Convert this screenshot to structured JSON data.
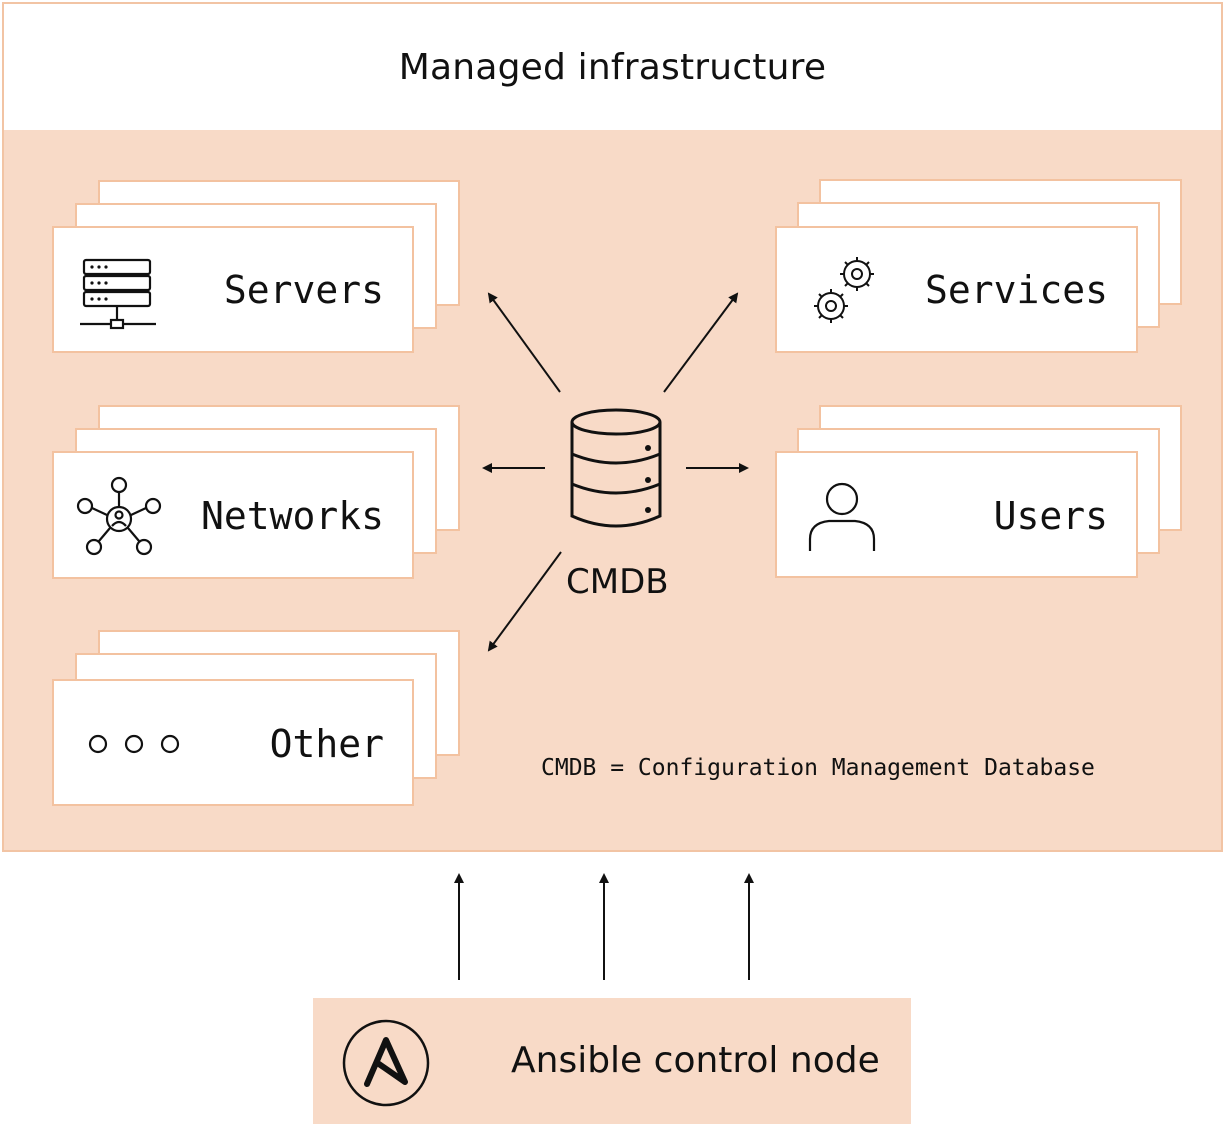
{
  "title": "Managed infrastructure",
  "categories": {
    "servers": "Servers",
    "services": "Services",
    "networks": "Networks",
    "users": "Users",
    "other": "Other"
  },
  "cmdb": {
    "label": "CMDB",
    "legend": "CMDB = Configuration Management Database"
  },
  "control_node": {
    "label": "Ansible control node",
    "icon": "ansible-logo-icon"
  },
  "icons": {
    "servers": "server-rack-icon",
    "services": "gears-icon",
    "networks": "network-hub-icon",
    "users": "user-icon",
    "other": "ellipsis-circles-icon",
    "cmdb": "database-icon"
  },
  "colors": {
    "panel_fill": "#f8dac7",
    "card_border": "#f3c2a0",
    "text": "#111111"
  }
}
